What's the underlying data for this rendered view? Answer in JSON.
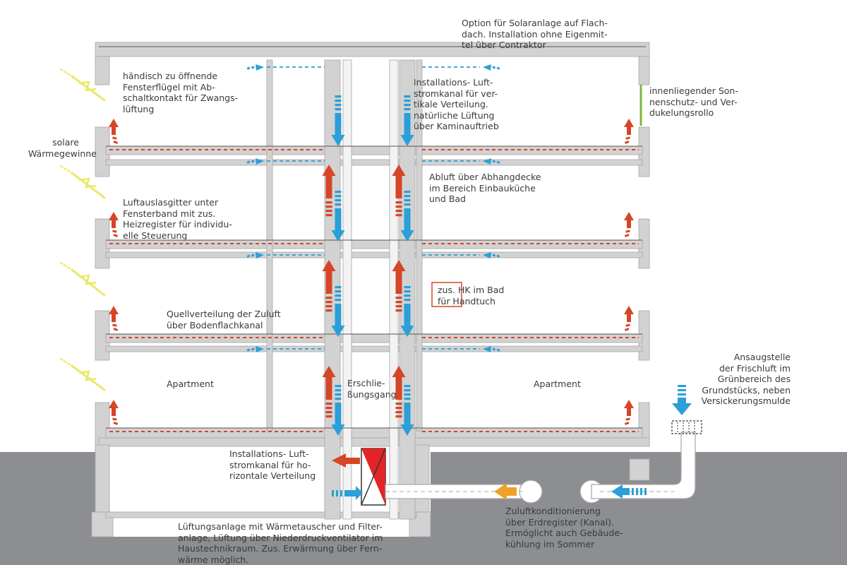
{
  "colors": {
    "ground": "#8c8e91",
    "structure": "#d2d2d2",
    "outline": "#a6a6a6",
    "supply_red": "#d64526",
    "exhaust_blue": "#2a9fd8",
    "precondition_orange": "#f2a02a",
    "sun_yellow": "#ece868",
    "blind_green": "#7ab83c",
    "heat_exchanger_red": "#e32428"
  },
  "labels": {
    "solar_option": "Option für Solaranlage auf Flach-\ndach. Installation ohne Eigenmit-\ntel über Contraktor",
    "window_sash": "händisch zu öffnende\nFensterflügel mit Ab-\nschaltkontakt für Zwangs-\nlüftung",
    "vertical_duct": "Installations- Luft-\nstromkanal für ver-\ntikale Verteilung.\nnatürliche Lüftung\nüber Kaminauftrieb",
    "sun_blind": "innenliegender Son-\nnenschutz- und Ver-\ndukelungsrollo",
    "solar_gain": "solare\nWärmegewinne",
    "exhaust_ceiling": "Abluft über Abhangdecke\nim Bereich Einbauküche\nund Bad",
    "outlet_grille": "Luftauslasgitter unter\nFensterband mit zus.\nHeizregister für individu-\nelle Steuerung",
    "bath_heater": "zus. HK im Bad\nfür Handtuch",
    "source_distribution": "Quellverteilung der Zuluft\nüber Bodenflachkanal",
    "apartment_left": "Apartment",
    "corridor": "Erschlie-\nßungsgang",
    "apartment_right": "Apartment",
    "fresh_air_intake": "Ansaugstelle\nder Frischluft im\nGrünbereich des\nGrundstücks, neben\nVersickerungsmulde",
    "horizontal_duct": "Installations- Luft-\nstromkanal für ho-\nrizontale Verteilung",
    "ventilation_unit": "Lüftungsanlage mit Wärmetauscher und Filter-\nanlage, Lüftung über Niederdruckventilator im\nHaustechnikraum. Zus. Erwärmung über Fern-\nwärme möglich.",
    "earth_register": "Zuluftkonditionierung\nüber Erdregister (Kanal).\nErmöglicht auch Gebäude-\nkühlung im Sommer"
  }
}
